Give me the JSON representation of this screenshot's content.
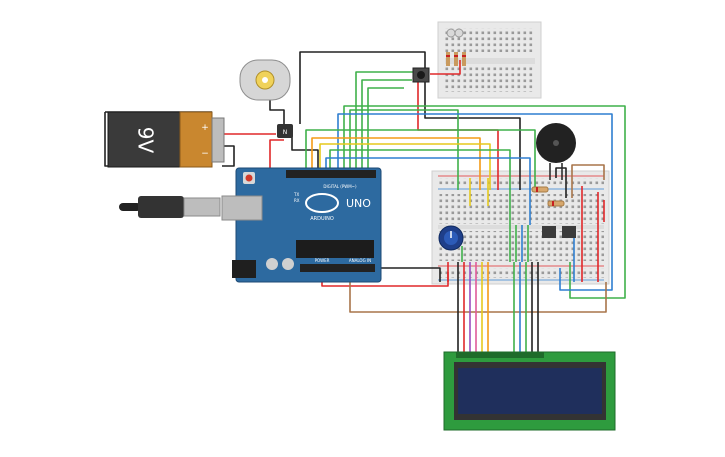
{
  "battery": {
    "label": "9V",
    "plus": "+",
    "minus": "−"
  },
  "arduino": {
    "model": "UNO",
    "brand": "ARDUINO",
    "digital_header": "DIGITAL (PWM~)",
    "power_label": "POWER",
    "analog_label": "ANALOG IN",
    "tx": "TX",
    "rx": "RX"
  },
  "transistor": {
    "label": "N"
  },
  "colors": {
    "board": "#2d6aa0",
    "breadboard": "#e9e9e9",
    "battery_top": "#3a3a3a",
    "battery_bottom": "#c9872f",
    "lcd_pcb": "#2e9b3e",
    "lcd_screen": "#1f2f5c",
    "wire_green": "#3fb04a",
    "wire_red": "#e0282a",
    "wire_blue": "#2f7fd0",
    "wire_black": "#222222",
    "wire_orange": "#f39b16",
    "wire_yellow": "#e6c91c",
    "wire_purple": "#9b4dc0",
    "wire_pink": "#e05a9a",
    "wire_brown": "#a8754a"
  }
}
